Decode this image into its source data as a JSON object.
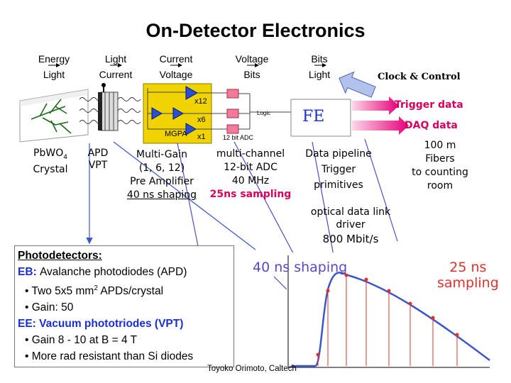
{
  "title": "On-Detector Electronics",
  "conversions": [
    {
      "top": "Energy",
      "bottom": "Light"
    },
    {
      "top": "Light",
      "bottom": "Current"
    },
    {
      "top": "Current",
      "bottom": "Voltage"
    },
    {
      "top": "Voltage",
      "bottom": "Bits"
    },
    {
      "top": "Bits",
      "bottom": "Light"
    }
  ],
  "clock_control": "Clock & Control",
  "gains": {
    "x12": "x12",
    "x6": "x6",
    "x1": "x1"
  },
  "mgpa": "MGPA",
  "adc_small": "12 bit ADC",
  "logic": "Logic",
  "fe": "FE",
  "trigger_data": "Trigger data",
  "daq_data": "DAQ data",
  "crystal": {
    "line1": "Pb",
    "line1b": "WO",
    "sub": "4",
    "line2": "Crystal"
  },
  "apd_vpt": {
    "line1": "APD",
    "line2": "VPT"
  },
  "multigain": [
    "Multi-Gain",
    "(1, 6, 12)",
    "Pre Amplifier",
    "40 ns shaping"
  ],
  "adc_desc": [
    "multi-channel",
    "12-bit ADC",
    "40 MHz",
    "25ns sampling"
  ],
  "pipeline": [
    "Data pipeline",
    "Trigger",
    "primitives"
  ],
  "fibers": [
    "100 m",
    "Fibers",
    "to counting",
    "room"
  ],
  "optical": [
    "optical data link",
    "driver",
    "800 Mbit/s"
  ],
  "photodetectors": {
    "heading": "Photodetectors:",
    "eb_prefix": "EB: ",
    "eb_text": "Avalanche photodiodes (APD)",
    "eb_bullets": [
      "Two 5x5 mm",
      "Gain: 50"
    ],
    "eb_sup": "2",
    "eb_bullet1_tail": " APDs/crystal",
    "ee_prefix": "EE: ",
    "ee_text": "Vacuum phototriodes (VPT)",
    "ee_bullets": [
      "Gain 8 - 10 at B = 4 T",
      "More rad resistant than Si diodes"
    ]
  },
  "shaping_label": "40 ns shaping",
  "sampling_label": [
    "25 ns",
    "sampling"
  ],
  "credit": "Toyoko Orimoto, Caltech",
  "colors": {
    "accent_red": "#d8005c",
    "accent_blue": "#1a2fd0",
    "amp_yellow": "#f0d300",
    "purple": "#5a49c2"
  }
}
